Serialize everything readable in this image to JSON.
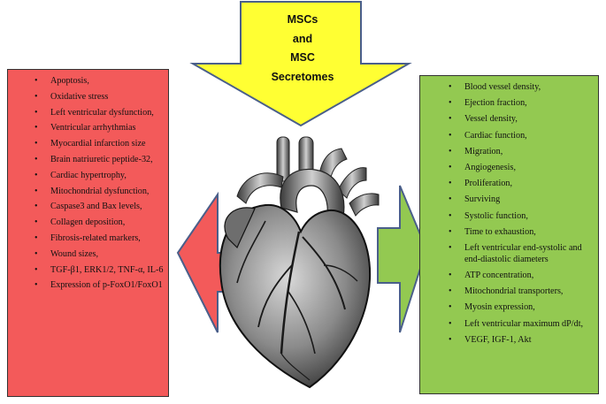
{
  "title_arrow": {
    "lines": [
      "MSCs",
      "and",
      "MSC",
      "Secretomes"
    ],
    "color": "#ffff33"
  },
  "left_panel": {
    "color": "#f35a5a",
    "items": [
      "Apoptosis,",
      "Oxidative stress",
      "Left ventricular dysfunction,",
      "Ventricular arrhythmias",
      "Myocardial infarction size",
      "Brain natriuretic peptide-32,",
      "Cardiac hypertrophy,",
      "Mitochondrial dysfunction,",
      "Caspase3 and Bax levels,",
      "Collagen deposition,",
      "Fibrosis-related markers,",
      "Wound sizes,",
      "TGF-β1, ERK1/2, TNF-α, IL-6",
      "Expression of p-FoxO1/FoxO1"
    ]
  },
  "right_panel": {
    "color": "#93c951",
    "items": [
      "Blood vessel density,",
      "Ejection fraction,",
      "Vessel density,",
      "Cardiac function,",
      "Migration,",
      "Angiogenesis,",
      "Proliferation,",
      "Surviving",
      "Systolic function,",
      "Time to exhaustion,",
      "Left ventricular end-systolic and end-diastolic diameters",
      "ATP concentration,",
      "Mitochondrial transporters,",
      "Myosin expression,",
      "Left ventricular maximum dP/dt,",
      "VEGF, IGF-1,  Akt"
    ]
  },
  "arrows": {
    "left_color": "#f35a5a",
    "right_color": "#93c951",
    "outline": "#4a5f8a"
  },
  "heart": {
    "icon": "heart-illustration"
  }
}
